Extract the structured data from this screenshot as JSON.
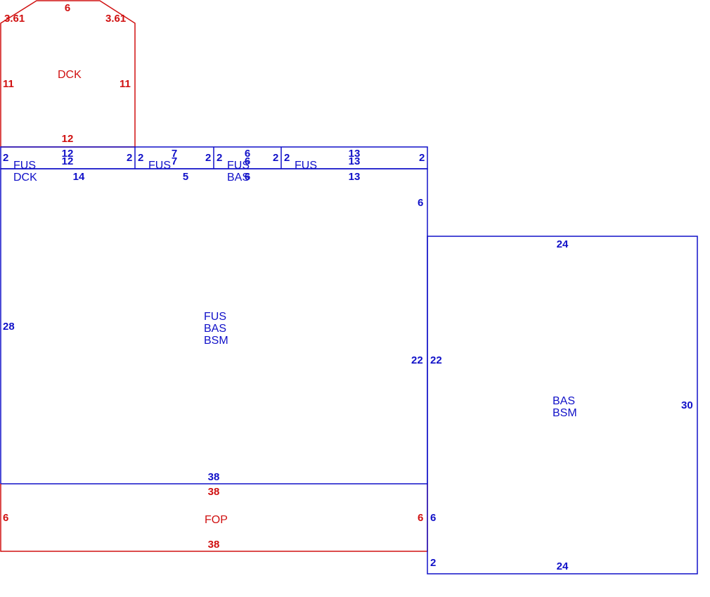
{
  "colors": {
    "blue": "#1010c8",
    "red": "#d01010"
  },
  "areas": {
    "dck_top": {
      "codes": [
        "DCK"
      ],
      "dims": {
        "top": "6",
        "top_left_chamfer": "3.61",
        "top_right_chamfer": "3.61",
        "left": "11",
        "right": "11",
        "bottom": "12"
      }
    },
    "strip": {
      "seg1": {
        "codes": [
          "FUS",
          "DCK"
        ],
        "dims": {
          "left": "2",
          "top_a": "12",
          "top_b": "12",
          "bottom": "14",
          "right": "2"
        }
      },
      "seg2": {
        "codes": [
          "FUS"
        ],
        "dims": {
          "left": "2",
          "top_a": "7",
          "top_b": "7",
          "bottom": "5",
          "right": "2"
        }
      },
      "seg3": {
        "codes": [
          "FUS",
          "BAS"
        ],
        "dims": {
          "left": "2",
          "top_a": "6",
          "top_b": "6",
          "bottom": "6",
          "right": "2"
        }
      },
      "seg4": {
        "codes": [
          "FUS"
        ],
        "dims": {
          "left": "2",
          "top_a": "13",
          "top_b": "13",
          "bottom": "13",
          "right": "2"
        }
      }
    },
    "main": {
      "codes": [
        "FUS",
        "BAS",
        "BSM"
      ],
      "dims": {
        "left": "28",
        "right_upper": "6",
        "right_lower": "22",
        "bottom": "38"
      }
    },
    "fop": {
      "codes": [
        "FOP"
      ],
      "dims": {
        "top": "38",
        "left": "6",
        "right": "6",
        "bottom": "38"
      }
    },
    "right_block": {
      "codes": [
        "BAS",
        "BSM"
      ],
      "dims": {
        "top": "24",
        "left_upper": "22",
        "left_lower": "6",
        "left_bottom": "2",
        "right": "30",
        "bottom": "24"
      }
    }
  }
}
